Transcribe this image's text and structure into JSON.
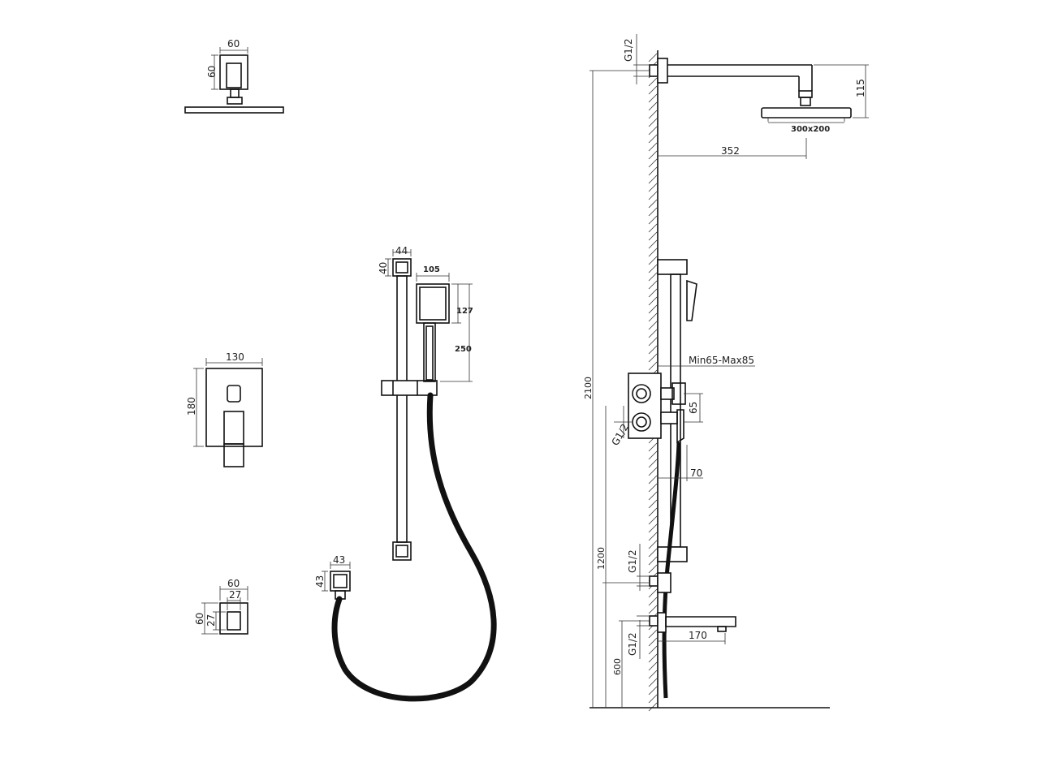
{
  "dimensions": {
    "head_arm_flange_width": "60",
    "head_arm_flange_height": "60",
    "mixer_width": "130",
    "mixer_height": "180",
    "outlet_width": "60",
    "outlet_inner_width": "27",
    "outlet_height": "60",
    "outlet_inner_height": "27",
    "rail_width": "44",
    "rail_height": "40",
    "handshower_width": "105",
    "handshower_head_height": "127",
    "handshower_total_height": "250",
    "elbow_width": "43",
    "elbow_height": "43",
    "thread_top": "G1/2",
    "showerhead_size": "300x200",
    "arm_drop": "115",
    "arm_projection": "352",
    "total_height": "2100",
    "wall_depth": "Min65-Max85",
    "valve_spacing": "65",
    "thread_valve": "G1/2",
    "mixer_projection": "70",
    "elbow_height_floor": "1200",
    "thread_elbow": "G1/2",
    "spout_projection": "170",
    "thread_spout": "G1/2",
    "spout_height_floor": "600"
  }
}
